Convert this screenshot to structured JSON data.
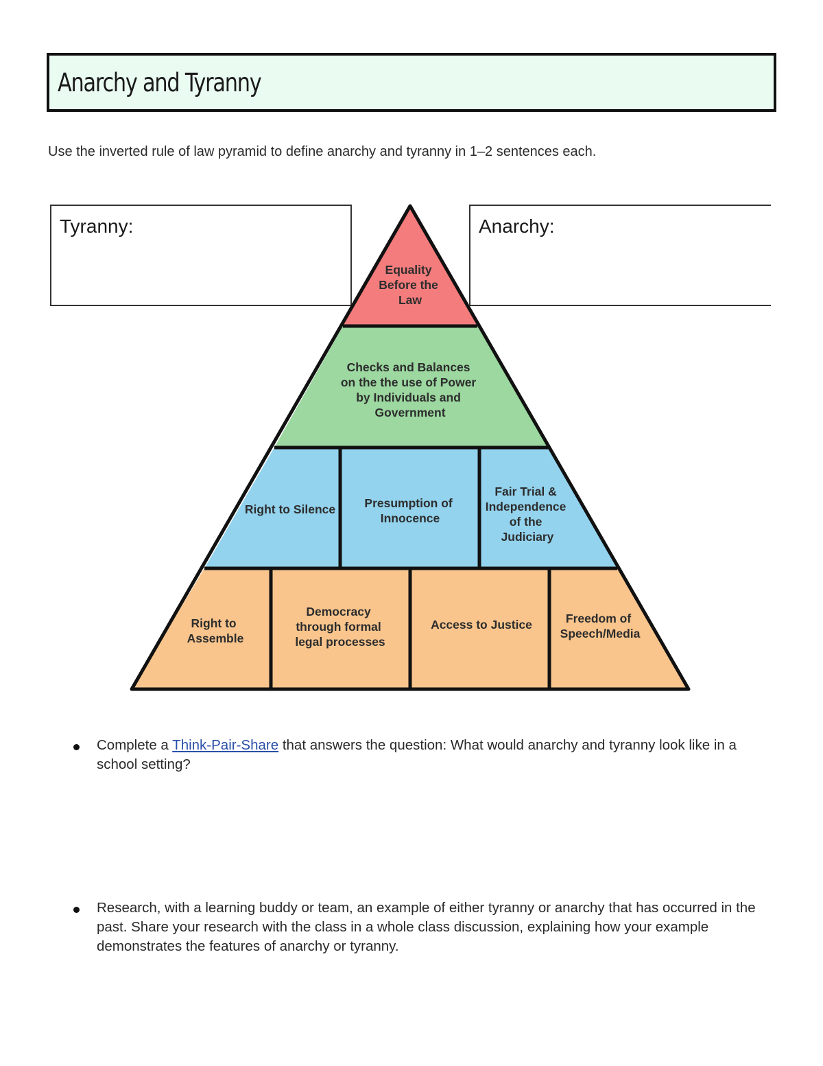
{
  "title": "Anarchy and Tyranny",
  "instructions": "Use the inverted rule of law pyramid to define anarchy and tyranny in 1–2 sentences each.",
  "boxes": {
    "tyranny_label": "Tyranny:",
    "anarchy_label": "Anarchy:"
  },
  "pyramid": {
    "colors": {
      "top": "#f47c7c",
      "second": "#9cd8a0",
      "third": "#93d3ee",
      "bottom": "#f9c58d",
      "outline": "#111111"
    },
    "top": [
      "Equality",
      "Before the",
      "Law"
    ],
    "second": [
      "Checks and Balances",
      "on the the use of Power",
      "by Individuals and",
      "Government"
    ],
    "third": [
      [
        "Right to Silence"
      ],
      [
        "Presumption of",
        "Innocence"
      ],
      [
        "Fair Trial &",
        "Independence",
        "of the",
        "Judiciary"
      ]
    ],
    "bottom": [
      [
        "Right to",
        "Assemble"
      ],
      [
        "Democracy",
        "through formal",
        "legal processes"
      ],
      [
        "Access to Justice"
      ],
      [
        "Freedom of",
        "Speech/Media"
      ]
    ]
  },
  "bullets": [
    {
      "before": "Complete a ",
      "link": "Think-Pair-Share",
      "after": " that answers the question: What would anarchy and tyranny look like in a school setting?"
    },
    {
      "text": "Research, with a learning buddy or team, an example of either tyranny or anarchy that has occurred in the past. Share your research with the class in a whole class discussion, explaining how your example demonstrates the features of anarchy or tyranny."
    }
  ]
}
